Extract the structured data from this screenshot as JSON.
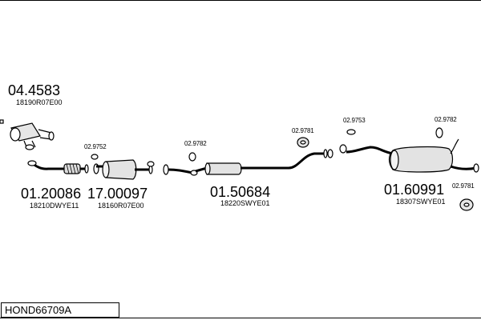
{
  "diagram": {
    "code": "HOND66709A",
    "parts": [
      {
        "number": "04.4583",
        "oe": "18190R07E00"
      },
      {
        "number": "01.20086",
        "oe": "18210DWYE11"
      },
      {
        "number": "17.00097",
        "oe": "18160R07E00"
      },
      {
        "number": "01.50684",
        "oe": "18220SWYE01"
      },
      {
        "number": "01.60991",
        "oe": "18307SWYE01"
      }
    ],
    "fittings": [
      "02.9752",
      "02.9782",
      "02.9781",
      "02.9753",
      "02.9782",
      "02.9781"
    ]
  }
}
